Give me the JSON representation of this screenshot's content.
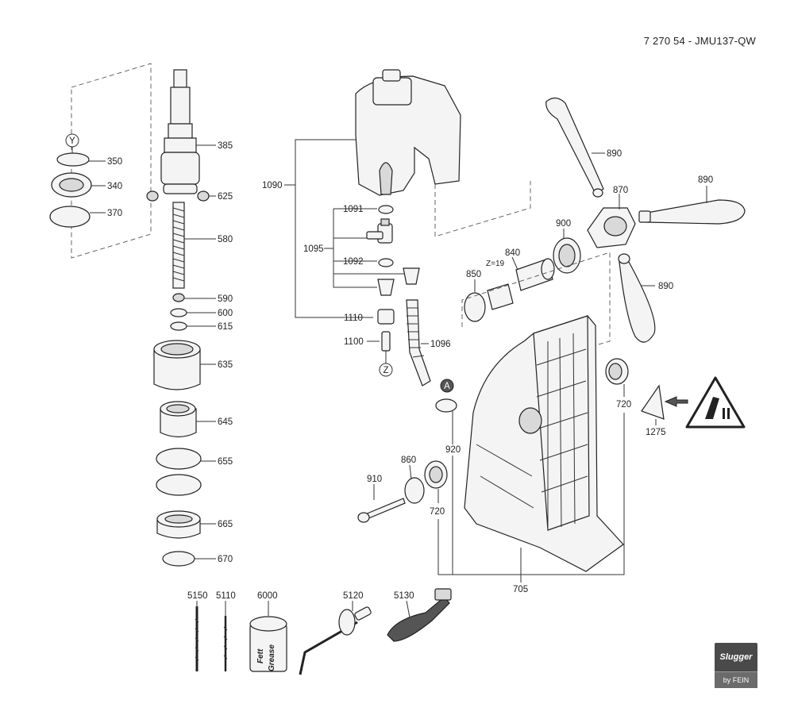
{
  "doc_code": "7 270 54 - JMU137-QW",
  "markers": {
    "y": "Y",
    "z": "Z",
    "a": "A"
  },
  "labels": {
    "p385": "385",
    "p350": "350",
    "p340": "340",
    "p370": "370",
    "p625": "625",
    "p580": "580",
    "p590": "590",
    "p600": "600",
    "p615": "615",
    "p635": "635",
    "p645": "645",
    "p655": "655",
    "p665": "665",
    "p670": "670",
    "p1090": "1090",
    "p1091": "1091",
    "p1095": "1095",
    "p1092": "1092",
    "p1110": "1110",
    "p1100": "1100",
    "p1096": "1096",
    "p890a": "890",
    "p870": "870",
    "p890b": "890",
    "p900": "900",
    "p840": "840",
    "z19": "Z=19",
    "p850": "850",
    "p890c": "890",
    "p720a": "720",
    "p1275": "1275",
    "p920": "920",
    "p860": "860",
    "p910": "910",
    "p720b": "720",
    "p705": "705",
    "p5150": "5150",
    "p5110": "5110",
    "p6000": "6000",
    "p5120": "5120",
    "p5130": "5130"
  },
  "grease_can": {
    "line1": "Fett",
    "line2": "Grease"
  },
  "logo": {
    "brand": "Slugger",
    "sub": "by FEIN"
  }
}
